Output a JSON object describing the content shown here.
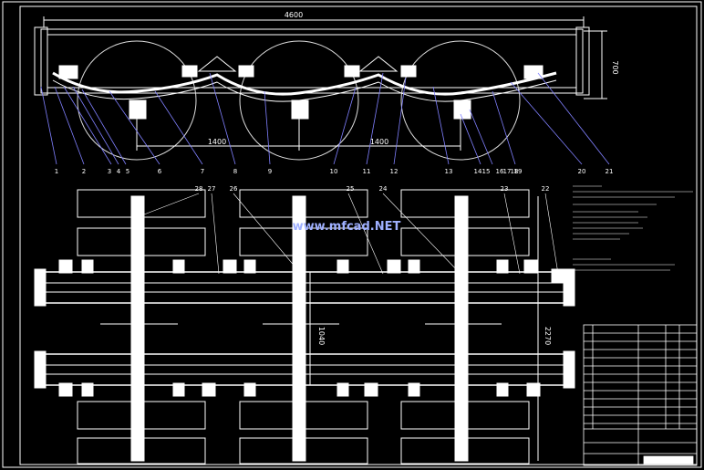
{
  "dimensions": {
    "overall_width": "4600",
    "height_right": "700",
    "spacing_left": "1400",
    "spacing_right": "1400",
    "plan_height": "1040",
    "plan_overall": "2270"
  },
  "callouts_front": [
    "1",
    "2",
    "3",
    "4",
    "5",
    "6",
    "7",
    "8",
    "9",
    "10",
    "11",
    "12",
    "13",
    "14",
    "15",
    "16",
    "17",
    "18",
    "19",
    "20",
    "21"
  ],
  "callouts_plan": [
    "28",
    "27",
    "26",
    "25",
    "24",
    "23",
    "22"
  ],
  "watermark": "www.mfcad.NET",
  "colors": {
    "background": "#000000",
    "line": "#ffffff",
    "leader": "#8080ff",
    "watermark": "#9fb0ff"
  }
}
